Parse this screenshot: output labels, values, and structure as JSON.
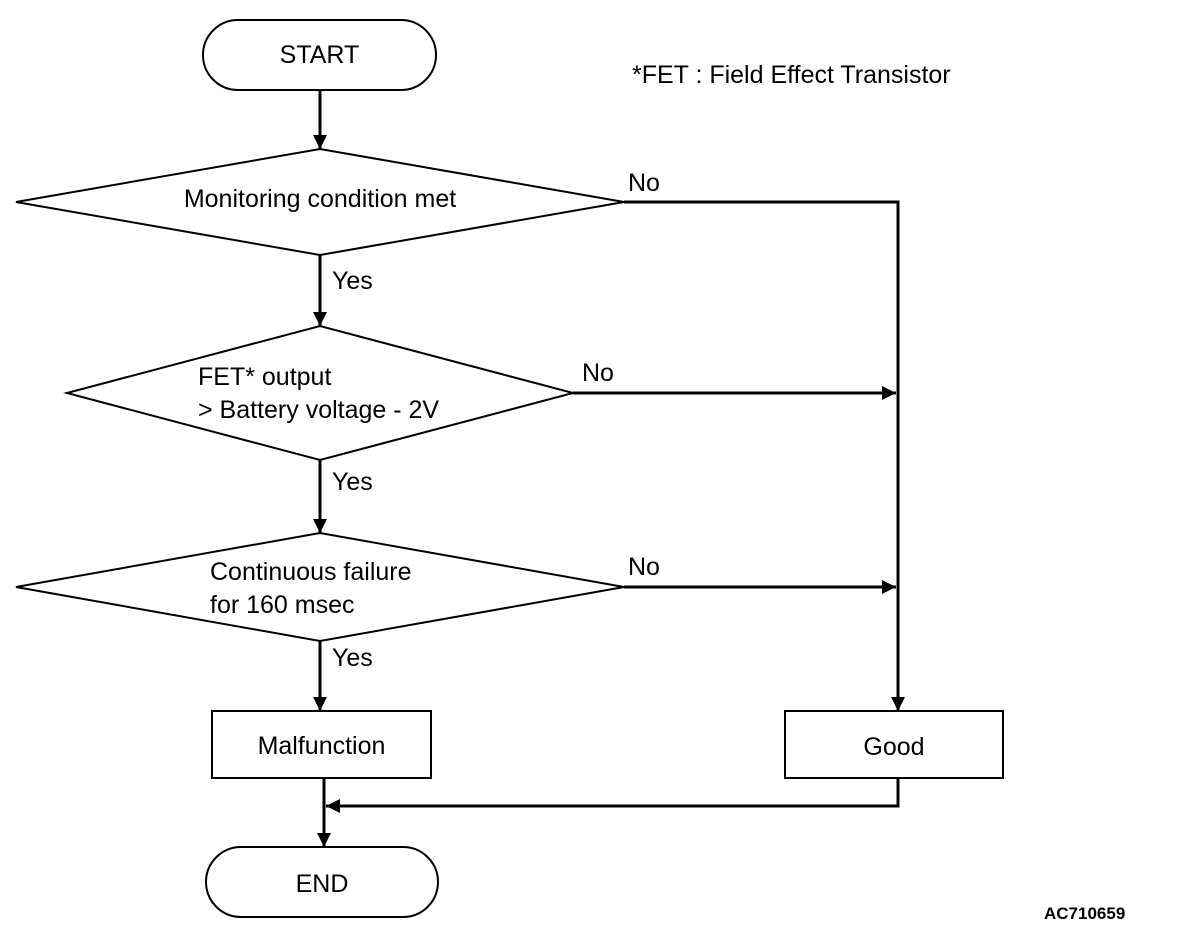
{
  "footnote": "*FET : Field Effect Transistor",
  "figure_id": "AC710659",
  "nodes": {
    "start": "START",
    "decision_1": "Monitoring condition met",
    "decision_2_line1": "FET* output",
    "decision_2_line2": "> Battery voltage - 2V",
    "decision_3_line1": "Continuous failure",
    "decision_3_line2": "for 160 msec",
    "malfunction": "Malfunction",
    "good": "Good",
    "end": "END"
  },
  "edges": {
    "d1_yes": "Yes",
    "d1_no": "No",
    "d2_yes": "Yes",
    "d2_no": "No",
    "d3_yes": "Yes",
    "d3_no": "No"
  }
}
